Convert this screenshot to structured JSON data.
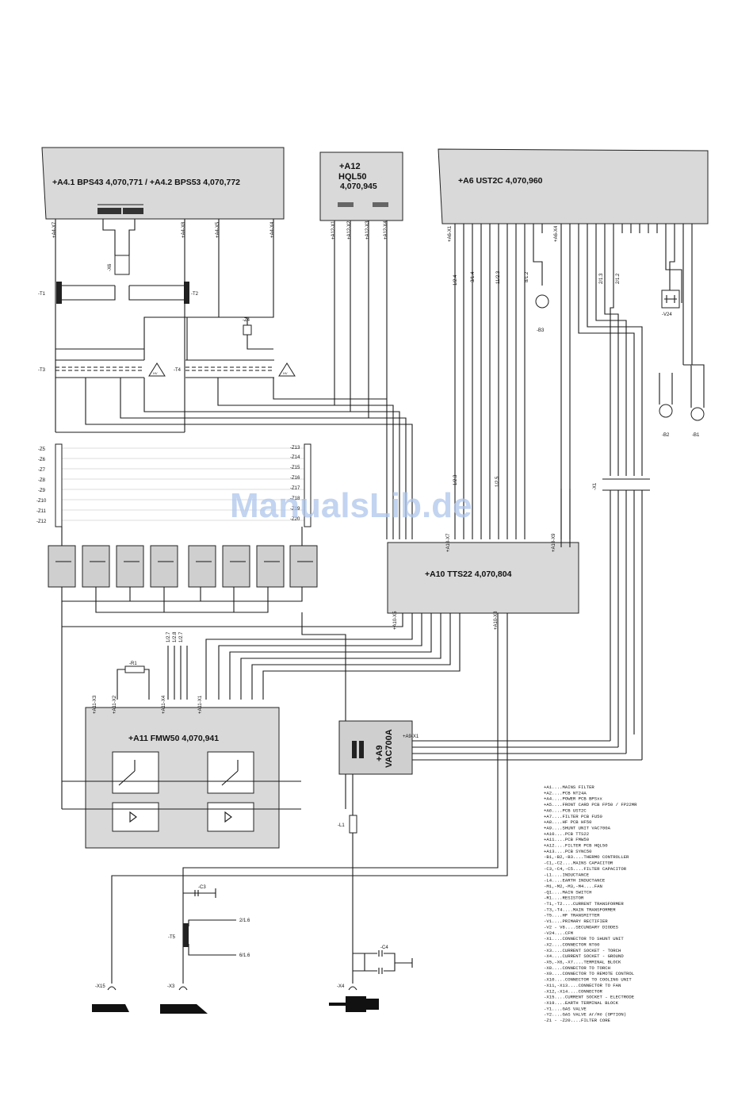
{
  "blocks": {
    "a4": "+A4.1   BPS43 4,070,771   /   +A4.2   BPS53 4,070,772",
    "a12_ref": "+A12",
    "a12_name": "HQL50",
    "a12_part": "4,070,945",
    "a6": "+A6     UST2C      4,070,960",
    "a10": "+A10     TTS22      4,070,804",
    "a11": "+A11    FMW50     4,070,941",
    "a9_ref": "+A9",
    "a9_name": "VAC700A"
  },
  "components": {
    "t1": "-T1",
    "t2": "-T2",
    "t3": "-T3",
    "t4": "-T4",
    "t5": "-T5",
    "z4": "-Z4",
    "x6": "-X6",
    "b1": "-B1",
    "b2": "-B2",
    "b3": "-B3",
    "v24": "-V24",
    "r1": "-R1",
    "l1": "-L1",
    "c3": "-C3",
    "c4": "-C4",
    "x15": "-X15",
    "x3": "-X3",
    "x4": "-X4",
    "x1": "-X1",
    "z_left": [
      "-Z5",
      "-Z6",
      "-Z7",
      "-Z8",
      "-Z9",
      "-Z10",
      "-Z11",
      "-Z12"
    ],
    "z_right": [
      "-Z13",
      "-Z14",
      "-Z15",
      "-Z16",
      "-Z17",
      "-Z18",
      "-Z19",
      "-Z20"
    ]
  },
  "connectors": {
    "a4_x7": "+A4-X7",
    "a4_x8": "+A4-X8",
    "a4_x5": "+A4-X5",
    "a4_x4": "+A4-X4",
    "a12_x1": "+A12-X1",
    "a12_x2": "+A12-X2",
    "a12_x3": "+A12-X3",
    "a12_x4": "+A12-X4",
    "a6_x1": "+A6-X1",
    "a6_x4": "+A6-X4",
    "a10_x7": "+A10-X7",
    "a10_x9": "+A10-X9",
    "a10_x5": "+A10-X5",
    "a10_x8": "+A10-X8",
    "a11_x3": "+A11-X3",
    "a11_x2": "+A11-X2",
    "a11_x4": "+A11-X4",
    "a11_x1": "+A11-X1",
    "a9_x1": "+A9-X1"
  },
  "references": {
    "r1_1": "1/2.4",
    "r1_2": "3/1.4",
    "r1_3": "11/2.3",
    "r1_4": "8/1.2",
    "r2_1": "2/1.3",
    "r2_2": "2/1.2",
    "r3_1": "1/2.3",
    "r3_2": "1/2.5",
    "r4_1": "1/2.7",
    "r4_2": "1/2.8",
    "r4_3": "1/2.7",
    "t5_1": "2/1.6",
    "t5_2": "6/1.6"
  },
  "legend": [
    "+A1....MAINS FILTER",
    "+A2....PCB NT24A",
    "+A4....POWER PCB BPSxx",
    "+A5....FRONT CARD PCB FP50 / FP22MR",
    "+A6....PCB UST2C",
    "+A7....FILTER PCB FU50",
    "+A8....HF PCB HF50",
    "+A9....SHUNT UNIT VAC700A",
    "+A10....PCB TTS22",
    "+A11....PCB FMW50",
    "+A12....FILTER PCB HQL50",
    "+A13....PCB SYNC50",
    "-B1,-B2,-B3....THERMO CONTROLLER",
    "-C1,-C2....MAINS CAPACITOR",
    "-C3,-C4,-C5....FILTER CAPACITOR",
    "-L1....INDUCTANCE",
    "-L4....EARTH INDUCTANCE",
    "-M1,-M2,-M3,-M4....FAN",
    "-Q1....MAIN SWITCH",
    "-R1....RESISTOR",
    "-T1,-T2....CURRENT TRANSFORMER",
    "-T3,-T4....MAIN TRANSFORMER",
    "-T5....HF TRANSMITTER",
    "-V1....PRIMARY RECTIFIER",
    "-V2 - V8....SECUNDARY DIODES",
    "-V24....CFM",
    "-X1....CONNECTOR TO SHUNT UNIT",
    "-X2....CONNECTOR NT60",
    "-X3....CURRENT SOCKET - TORCH",
    "-X4....CURRENT SOCKET - GROUND",
    "-X5,-X6,-X7....TERMINAL BLOCK",
    "-X8....CONNECTOR TO TORCH",
    "-X9....CONNECTOR TO REMOTE CONTROL",
    "-X10....CONNECTOR TO COOLING UNIT",
    "-X11,-X13....CONNECTOR TO FAN",
    "-X12,-X14....CONNECTOR",
    "-X15....CURRENT SOCKET - ELECTRODE",
    "-X19....EARTH TERMINAL BLOCK",
    "-Y1....GAS VALVE",
    "-Y2....GAS VALVE Ar/He (OPTION)",
    "-Z1 - -Z20....FILTER CORE"
  ],
  "watermark": "ManualsLib.de"
}
